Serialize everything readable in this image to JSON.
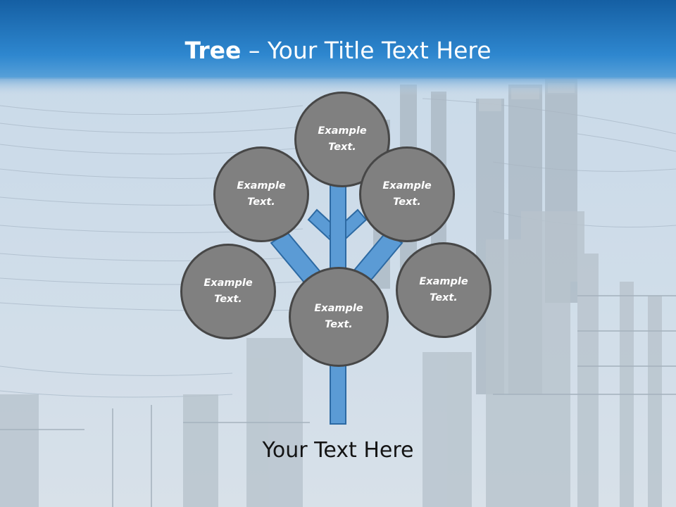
{
  "slide": {
    "title_bold": "Tree",
    "title_rest": " – Your Title Text Here",
    "caption": "Your Text Here"
  },
  "nodes": {
    "top": "Example Text.",
    "upper_left": "Example Text.",
    "upper_right": "Example Text.",
    "lower_left": "Example Text.",
    "lower_right": "Example Text.",
    "center": "Example Text."
  },
  "colors": {
    "header_blue": "#2b7fc6",
    "branch_blue": "#5b9bd5",
    "node_fill": "#808080",
    "node_border": "#474747"
  }
}
